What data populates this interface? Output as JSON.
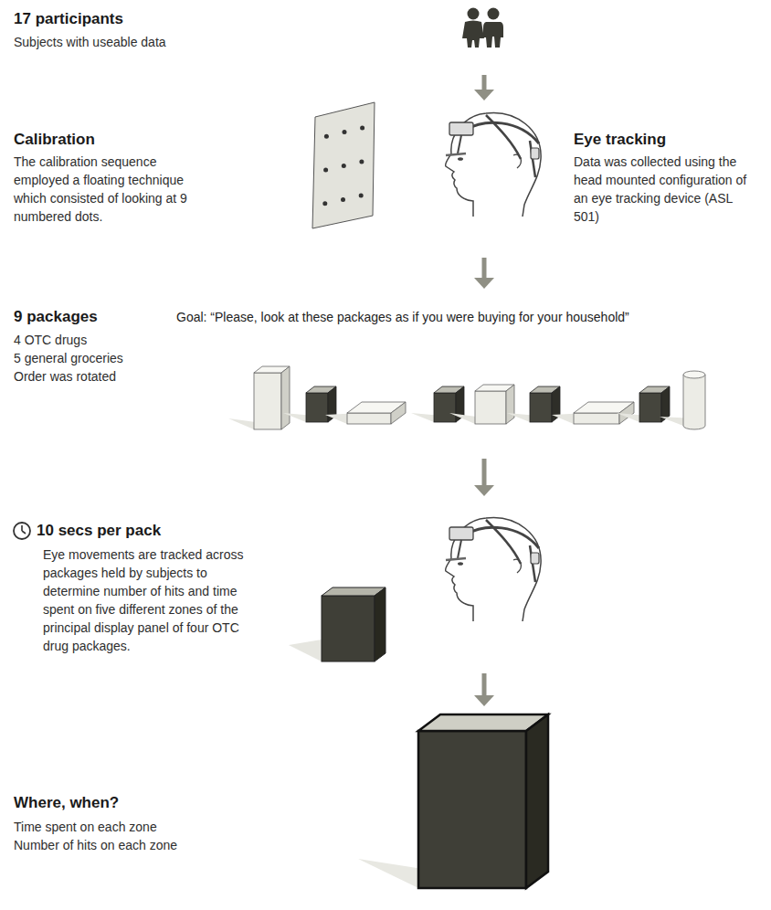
{
  "diagram": {
    "nodes": [
      {
        "text": [
          "17 participants",
          "Subjects with useable data"
        ]
      },
      {
        "text": [
          "Calibration",
          "The calibration sequence employed a floating technique which consisted of looking at 9 numbered dots."
        ]
      },
      {
        "text": [
          "Eye tracking",
          "Data was collected using the head mounted configuration of an eye tracking device (ASL 501)"
        ]
      },
      {
        "text": [
          "9 packages",
          "4 OTC drugs",
          "5 general groceries",
          "Order was rotated"
        ]
      },
      {
        "text": [
          "10 secs per pack",
          "Eye movements are tracked across packages held by subjects to determine number of hits and time spent on five different zones of the principal display panel of four OTC drug packages."
        ]
      },
      {
        "text": [
          "Where, when?",
          "Time spent on each zone",
          "Number of hits on each zone"
        ]
      }
    ],
    "edges": [
      {
        "from": 0,
        "to": 2,
        "arrow": "to"
      },
      {
        "from": 2,
        "to": 3,
        "arrow": "to"
      },
      {
        "from": 3,
        "to": 4,
        "arrow": "to"
      },
      {
        "from": 4,
        "to": 5,
        "arrow": "to"
      }
    ],
    "labels": [
      "Goal: “Please, look at these packages as if you were buying for your household”"
    ]
  }
}
